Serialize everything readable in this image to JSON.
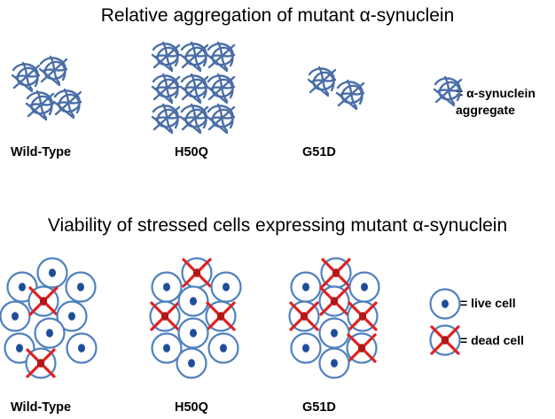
{
  "top_title": "Relative aggregation of mutant α-synuclein",
  "bottom_title": "Viability of stressed cells expressing mutant α-synuclein",
  "variants": [
    "Wild-Type",
    "H50Q",
    "G51D"
  ],
  "aggregate_counts": [
    4,
    9,
    2
  ],
  "cell_counts": {
    "total": [
      10,
      10,
      10
    ],
    "dead": [
      2,
      3,
      5
    ]
  },
  "legend": {
    "aggregate_line1": "= α-synuclein",
    "aggregate_line2": "aggregate",
    "live": "= live cell",
    "dead": "= dead cell"
  },
  "colors": {
    "aggregate": "#4a6ea8",
    "cell_ring": "#4f81bd",
    "nucleus": "#1f4e99",
    "dead_cross": "#e02020"
  }
}
